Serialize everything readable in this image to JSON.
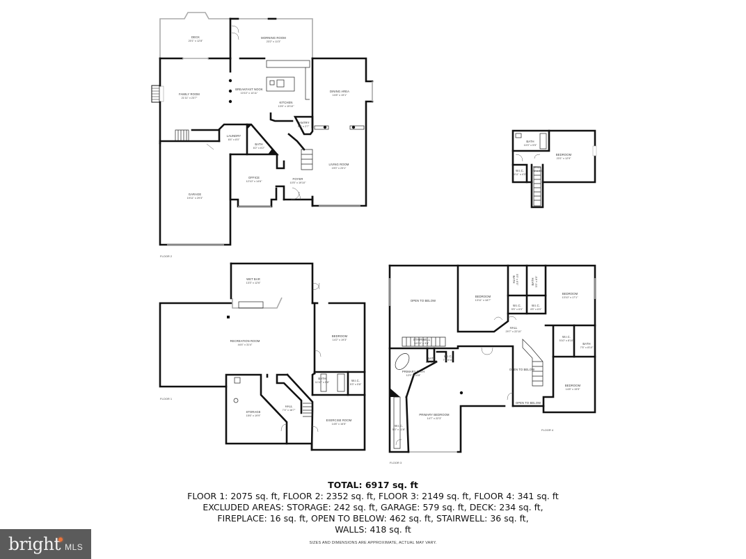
{
  "floors": {
    "floor2": {
      "label": "FLOOR 2",
      "rooms": [
        {
          "name": "DECK",
          "dims": "20'1\" x 12'8\""
        },
        {
          "name": "MORNING ROOM",
          "dims": "23'2\" x 11'3\""
        },
        {
          "name": "FAMILY ROOM",
          "dims": "21'11\" x 23'7\""
        },
        {
          "name": "BREAKFAST NOOK",
          "dims": "10'10\" x 14'11\""
        },
        {
          "name": "KITCHEN",
          "dims": "13'6\" x 19'10\""
        },
        {
          "name": "DINING AREA",
          "dims": "10'8\" x 19'1\""
        },
        {
          "name": "PANTRY",
          "dims": "5'5\" x 2'7\""
        },
        {
          "name": "LAUNDRY",
          "dims": "8'4\" x 8'0\""
        },
        {
          "name": "BATH",
          "dims": "6'2\" x 6'2\""
        },
        {
          "name": "OFFICE",
          "dims": "12'10\" x 14'6\""
        },
        {
          "name": "FOYER",
          "dims": "10'5\" x 19'10\""
        },
        {
          "name": "LIVING ROOM",
          "dims": "19'0\" x 23'1\""
        },
        {
          "name": "GARAGE",
          "dims": "19'11\" x 29'3\""
        }
      ]
    },
    "floor4": {
      "label": "FLOOR 4",
      "rooms": [
        {
          "name": "BATH",
          "dims": "10'0\" x 5'5\""
        },
        {
          "name": "BEDROOM",
          "dims": "23'1\" x 12'9\""
        },
        {
          "name": "W.I.C.",
          "dims": "4'11\" x 4'3\""
        },
        {
          "name": "WALL",
          "dims": "3'1\" x 4'5\""
        }
      ]
    },
    "floor1": {
      "label": "FLOOR 1",
      "rooms": [
        {
          "name": "WET BAR",
          "dims": "13'3\" x 12'6\""
        },
        {
          "name": "RECREATION ROOM",
          "dims": "44'4\" x 31'4\""
        },
        {
          "name": "BEDROOM",
          "dims": "14'2\" x 19'3\""
        },
        {
          "name": "BATH",
          "dims": "11'10\" x 5'8\""
        },
        {
          "name": "W.I.C.",
          "dims": "5'3\" x 5'8\""
        },
        {
          "name": "STORAGE",
          "dims": "15'6\" x 19'9\""
        },
        {
          "name": "HALL",
          "dims": "7'4\" x 16'7\""
        },
        {
          "name": "EXERCISE ROOM",
          "dims": "14'8\" x 16'5\""
        }
      ]
    },
    "floor3": {
      "label": "FLOOR 3",
      "rooms": [
        {
          "name": "OPEN TO BELOW",
          "dims": ""
        },
        {
          "name": "BEDROOM",
          "dims": "13'11\" x 18'7\""
        },
        {
          "name": "BATH",
          "dims": "5'5\" x 8'5\""
        },
        {
          "name": "BATH",
          "dims": "5'5\" x 8'5\""
        },
        {
          "name": "W.I.C.",
          "dims": "5'5\" x 6'0\""
        },
        {
          "name": "W.I.C.",
          "dims": "4'5\" x 6'0\""
        },
        {
          "name": "BEDROOM",
          "dims": "13'10\" x 17'1\""
        },
        {
          "name": "HALL",
          "dims": "29'7\" x 22'10\""
        },
        {
          "name": "STAIRWELL",
          "dims": "10'10\" x 3'8\""
        },
        {
          "name": "W.I.C.",
          "dims": "5'10\" x 8'10\""
        },
        {
          "name": "BATH",
          "dims": "7'5\" x 8'10\""
        },
        {
          "name": "BATH",
          "dims": "4'1\" x 5'4\""
        },
        {
          "name": "W.I.C.",
          "dims": "7' x 6'10\""
        },
        {
          "name": "PRIMARY BATH",
          "dims": "12'9\" x 14'8\""
        },
        {
          "name": "OPEN TO BELOW",
          "dims": ""
        },
        {
          "name": "BEDROOM",
          "dims": "14'8\" x 15'5\""
        },
        {
          "name": "OPEN TO BELOW",
          "dims": ""
        },
        {
          "name": "W.I.C.",
          "dims": "5'0\" x 11'8\""
        },
        {
          "name": "PRIMARY BEDROOM",
          "dims": "14'7\" x 22'3\""
        }
      ]
    }
  },
  "summary": {
    "total": "TOTAL: 6917 sq. ft",
    "line1": "FLOOR 1: 2075 sq. ft, FLOOR 2: 2352 sq. ft, FLOOR 3: 2149 sq. ft, FLOOR 4: 341 sq. ft",
    "line2": "EXCLUDED AREAS: STORAGE: 242 sq. ft, GARAGE: 579 sq. ft, DECK: 234 sq. ft,",
    "line3": "FIREPLACE: 16 sq. ft, OPEN TO BELOW: 462 sq. ft, STAIRWELL: 36 sq. ft,",
    "line4": "WALLS: 418 sq. ft",
    "disclaimer": "SIZES AND DIMENSIONS ARE APPROXIMATE, ACTUAL MAY VARY."
  },
  "logo": {
    "brand": "bright",
    "sub": "MLS",
    "bg_color": "#5b5b5b",
    "accent_color": "#e9733a"
  }
}
